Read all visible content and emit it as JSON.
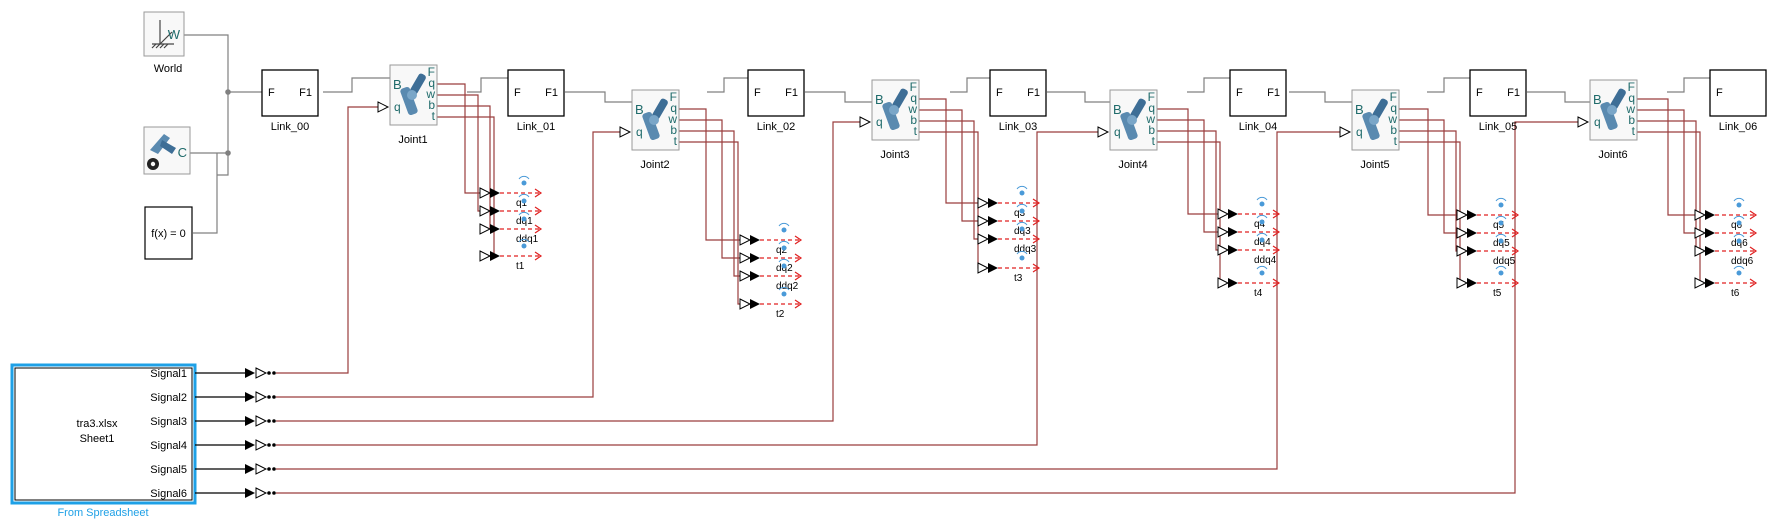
{
  "diagram": {
    "world": {
      "label": "World",
      "port": "W"
    },
    "mech_config": {
      "port": "C"
    },
    "solver": {
      "label": "f(x) = 0"
    },
    "links": [
      {
        "label": "Link_00",
        "in_port": "F",
        "out_port": "F1"
      },
      {
        "label": "Link_01",
        "in_port": "F",
        "out_port": "F1"
      },
      {
        "label": "Link_02",
        "in_port": "F",
        "out_port": "F1"
      },
      {
        "label": "Link_03",
        "in_port": "F",
        "out_port": "F1"
      },
      {
        "label": "Link_04",
        "in_port": "F",
        "out_port": "F1"
      },
      {
        "label": "Link_05",
        "in_port": "F",
        "out_port": "F1"
      },
      {
        "label": "Link_06",
        "in_port": "F",
        "out_port": ""
      }
    ],
    "joint_ports": {
      "base": "B",
      "follower": "F",
      "input": "q",
      "outputs": [
        "q",
        "w",
        "b",
        "t"
      ]
    },
    "joints": [
      {
        "label": "Joint1",
        "signals": [
          "q1",
          "dq1",
          "ddq1",
          "t1"
        ]
      },
      {
        "label": "Joint2",
        "signals": [
          "q2",
          "dq2",
          "ddq2",
          "t2"
        ]
      },
      {
        "label": "Joint3",
        "signals": [
          "q3",
          "dq3",
          "ddq3",
          "t3"
        ]
      },
      {
        "label": "Joint4",
        "signals": [
          "q4",
          "dq4",
          "ddq4",
          "t4"
        ]
      },
      {
        "label": "Joint5",
        "signals": [
          "q5",
          "dq5",
          "ddq5",
          "t5"
        ]
      },
      {
        "label": "Joint6",
        "signals": [
          "q6",
          "dq6",
          "ddq6",
          "t6"
        ]
      }
    ],
    "spreadsheet": {
      "label": "From Spreadsheet",
      "file": "tra3.xlsx",
      "sheet": "Sheet1",
      "signals": [
        "Signal1",
        "Signal2",
        "Signal3",
        "Signal4",
        "Signal5",
        "Signal6"
      ]
    },
    "colors": {
      "block_border": "#000000",
      "mech_line": "#808080",
      "signal_line": "#9a3d3d",
      "selected_block": "#1ea0e6",
      "joint_port_text": "#1f6b6b",
      "stream_line": "#e02020",
      "joint_icon": "#5a8ab0"
    }
  }
}
